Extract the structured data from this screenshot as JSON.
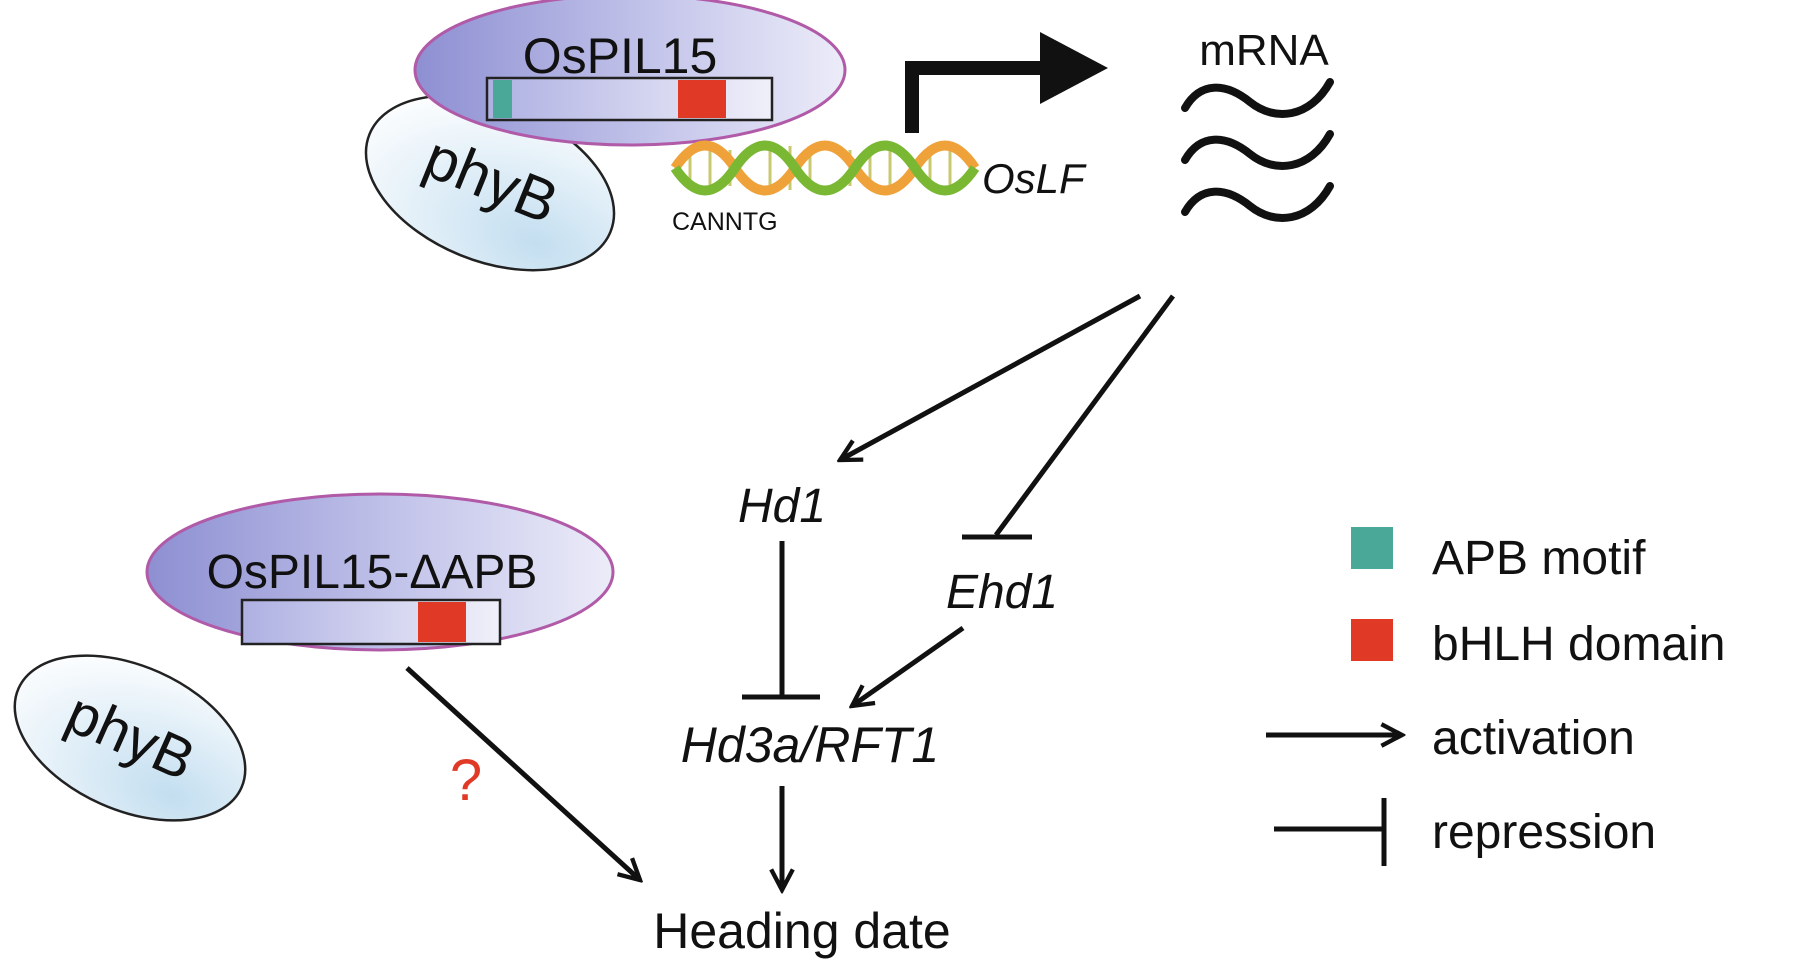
{
  "labels": {
    "protein_top": "OsPIL15",
    "phyb_top": "phyB",
    "promoter_motif": "CANNTG",
    "target_gene": "OsLF",
    "transcript": "mRNA",
    "hd1": "Hd1",
    "ehd1": "Ehd1",
    "hd3a": "Hd3a/RFT1",
    "heading": "Heading date",
    "protein_bottom": "OsPIL15-ΔAPB",
    "phyb_bottom": "phyB",
    "unknown": "?"
  },
  "legend": {
    "apb": "APB motif",
    "bhlh": "bHLH domain",
    "activation": "activation",
    "repression": "repression"
  },
  "colors": {
    "apb_motif": "#4aa898",
    "bhlh_domain": "#e03a27",
    "protein_fill": "#8c8fd0",
    "protein_outline": "#b05aa8",
    "phyb_fill": "#dcecf6",
    "question_mark": "#e03a27",
    "dna_orange": "#f0a23a",
    "dna_green": "#7ab834"
  },
  "relations": [
    {
      "from": "mRNA",
      "to": "Hd1",
      "type": "activation"
    },
    {
      "from": "mRNA",
      "to": "Ehd1",
      "type": "repression"
    },
    {
      "from": "Hd1",
      "to": "Hd3a/RFT1",
      "type": "repression"
    },
    {
      "from": "Ehd1",
      "to": "Hd3a/RFT1",
      "type": "activation"
    },
    {
      "from": "Hd3a/RFT1",
      "to": "Heading date",
      "type": "activation"
    },
    {
      "from": "OsPIL15-ΔAPB",
      "to": "Heading date",
      "type": "activation",
      "uncertain": true
    }
  ]
}
